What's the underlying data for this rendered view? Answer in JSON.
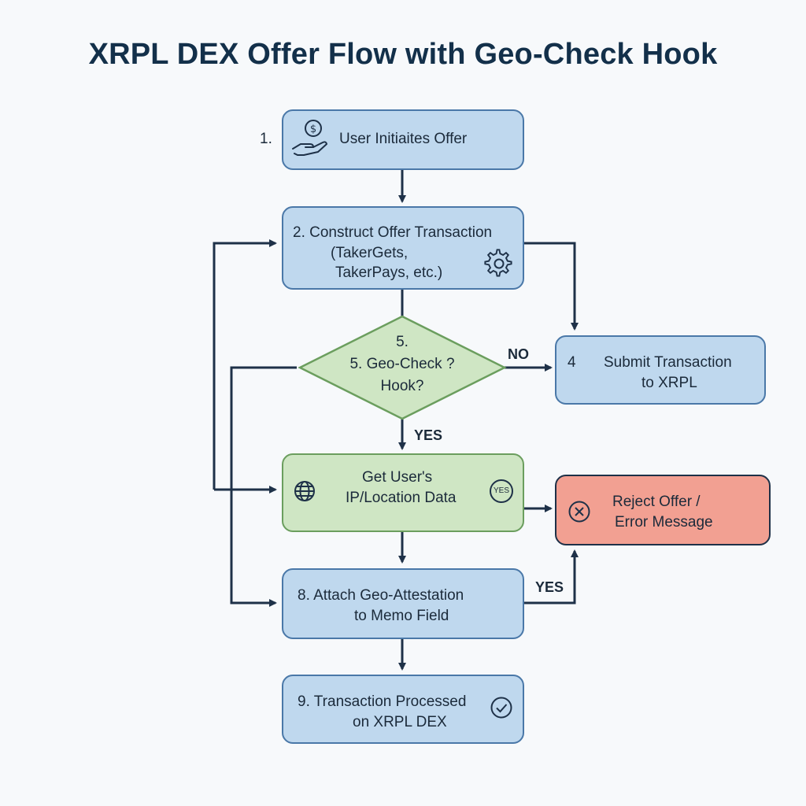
{
  "title": "XRPL DEX Offer Flow with Geo-Check Hook",
  "nodes": {
    "user_offer": {
      "number": "1.",
      "label": "User Initiaites Offer",
      "icon": "hand-coin-icon"
    },
    "construct": {
      "line1": "2.  Construct Offer Transaction",
      "line2": "(TakerGets,",
      "line3": "TakerPays, etc.)",
      "icon": "gear-icon"
    },
    "geo_check": {
      "line1": "5.",
      "line2": "5. Geo-Check ?",
      "line3": "Hook?"
    },
    "submit": {
      "number": "4",
      "line1": "Submit Transaction",
      "line2": "to XRPL"
    },
    "get_ip": {
      "line1": "Get User's",
      "line2": "IP/Location Data",
      "icon": "globe-icon",
      "badge": "YES"
    },
    "reject": {
      "line1": "Reject Offer /",
      "line2": "Error Message",
      "icon": "x-circle-icon"
    },
    "attach": {
      "line1": "8.  Attach Geo-Attestation",
      "line2": "to Memo Field"
    },
    "processed": {
      "line1": "9.  Transaction Processed",
      "line2": "on XRPL DEX",
      "icon": "check-circle-icon"
    }
  },
  "edges": {
    "no_label": "NO",
    "yes_label_1": "YES",
    "yes_label_2": "YES"
  },
  "colors": {
    "blue_fill": "#bfd8ee",
    "blue_border": "#4a78a8",
    "green_fill": "#cfe6c4",
    "green_border": "#6b9e5e",
    "red_fill": "#f2a092",
    "arrow": "#1e3148"
  }
}
